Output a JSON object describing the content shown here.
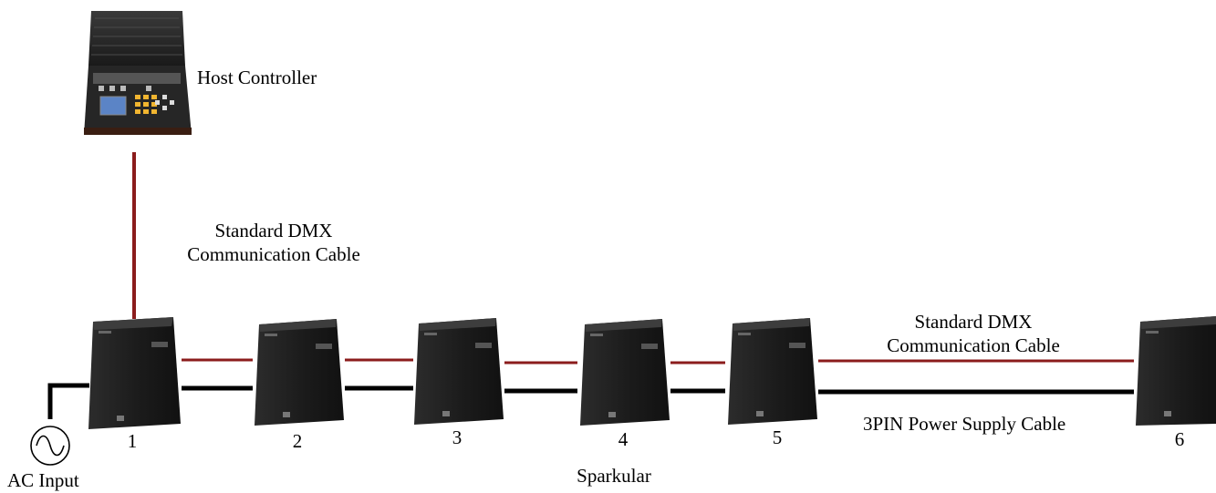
{
  "host_controller": {
    "label": "Host Controller",
    "icon": "host-controller-case-icon"
  },
  "dmx_cable_top": {
    "line1": "Standard DMX",
    "line2": "Communication Cable"
  },
  "dmx_cable_right": {
    "line1": "Standard DMX",
    "line2": "Communication Cable"
  },
  "power_cable": {
    "label": "3PIN Power Supply Cable"
  },
  "ac_input": {
    "label": "AC Input",
    "icon": "ac-sine-wave-icon"
  },
  "device_group": {
    "label": "Sparkular"
  },
  "devices": [
    {
      "number": "1",
      "icon": "sparkular-machine-icon"
    },
    {
      "number": "2",
      "icon": "sparkular-machine-icon"
    },
    {
      "number": "3",
      "icon": "sparkular-machine-icon"
    },
    {
      "number": "4",
      "icon": "sparkular-machine-icon"
    },
    {
      "number": "5",
      "icon": "sparkular-machine-icon"
    },
    {
      "number": "6",
      "icon": "sparkular-machine-icon"
    }
  ],
  "colors": {
    "dmx_cable": "#8b1c1c",
    "power_cable": "#000000",
    "device_body": "#1e1e1e",
    "background": "#ffffff"
  }
}
